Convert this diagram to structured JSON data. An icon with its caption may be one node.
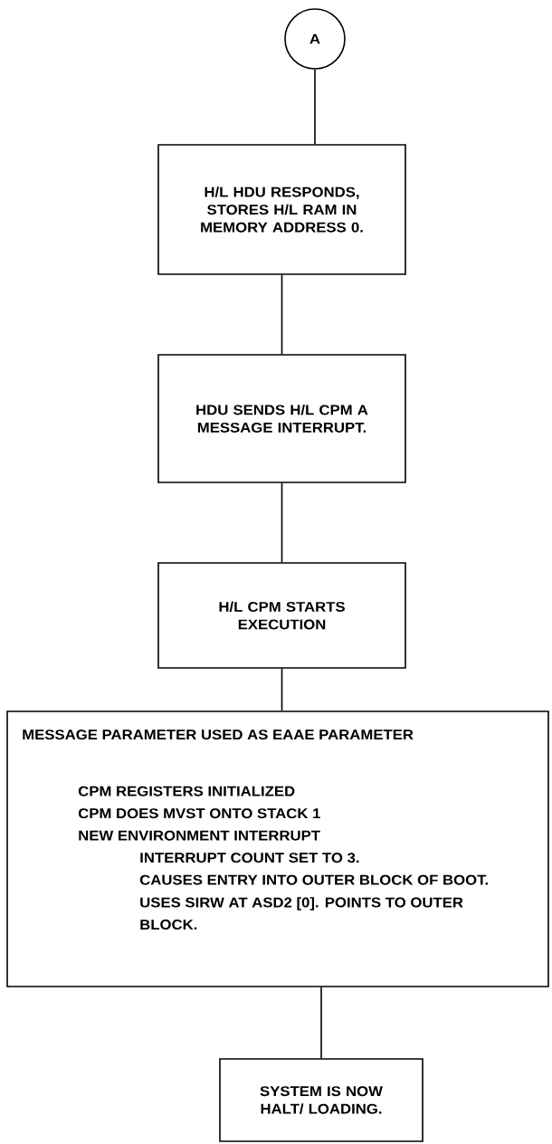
{
  "diagram": {
    "nodes": [
      {
        "text": [
          "A"
        ]
      },
      {
        "text": [
          "H/L HDU RESPONDS, STORES H/L RAM IN MEMORY ADDRESS 0."
        ]
      },
      {
        "text": [
          "HDU SENDS H/L CPM A MESSAGE INTERRUPT."
        ]
      },
      {
        "text": [
          "H/L CPM STARTS EXECUTION"
        ]
      },
      {
        "text": [
          "MESSAGE PARAMETER USED AS EAAE PARAMETER",
          "CPM REGISTERS INITIALIZED",
          "CPM DOES MVST ONTO STACK 1",
          "NEW ENVIRONMENT INTERRUPT",
          "INTERRUPT COUNT SET TO 3.",
          "CAUSES ENTRY INTO OUTER BLOCK OF BOOT.",
          "USES SIRW AT ASD2 [0]. POINTS TO OUTER BLOCK."
        ]
      },
      {
        "text": [
          "SYSTEM IS NOW HALT/ LOADING."
        ]
      }
    ],
    "edges": [
      {
        "from": 0,
        "to": 1,
        "arrow": "none"
      },
      {
        "from": 1,
        "to": 2,
        "arrow": "none"
      },
      {
        "from": 2,
        "to": 3,
        "arrow": "none"
      },
      {
        "from": 3,
        "to": 4,
        "arrow": "none"
      },
      {
        "from": 4,
        "to": 5,
        "arrow": "none"
      }
    ]
  }
}
